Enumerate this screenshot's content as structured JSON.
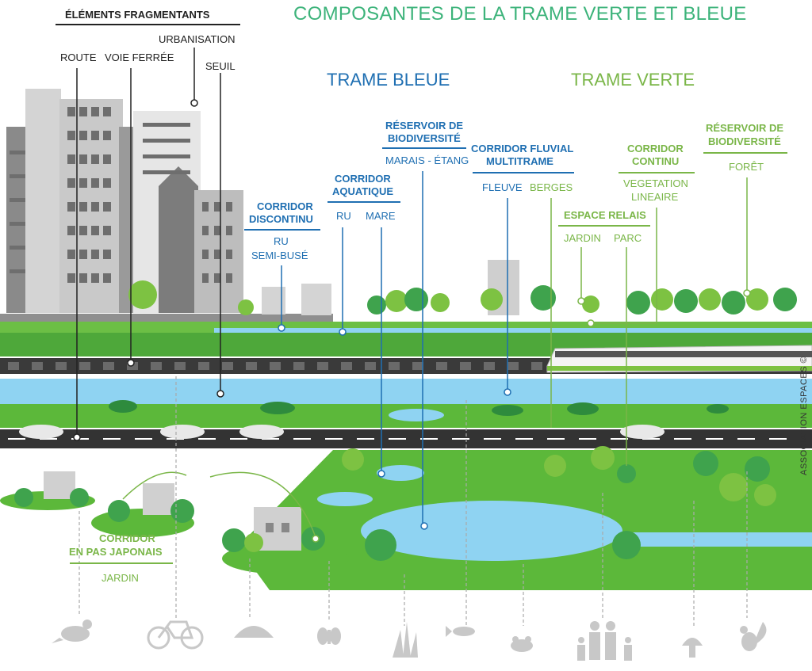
{
  "title": "COMPOSANTES DE LA TRAME VERTE ET BLEUE",
  "fragmenting": {
    "heading": "ÉLÉMENTS FRAGMENTANTS",
    "items": [
      "ROUTE",
      "VOIE FERRÉE",
      "URBANISATION",
      "SEUIL"
    ]
  },
  "trame_bleue": {
    "heading": "TRAME BLEUE",
    "reservoir": {
      "title_line1": "RÉSERVOIR DE",
      "title_line2": "BIODIVERSITÉ",
      "sub": "MARAIS - ÉTANG"
    },
    "corridor_aquatique": {
      "title_line1": "CORRIDOR",
      "title_line2": "AQUATIQUE",
      "items": [
        "RU",
        "MARE"
      ]
    },
    "corridor_discontinu": {
      "title_line1": "CORRIDOR",
      "title_line2": "DISCONTINU",
      "items": [
        "RU",
        "SEMI-BUSÉ"
      ]
    },
    "corridor_fluvial": {
      "title_line1": "CORRIDOR FLUVIAL",
      "title_line2": "MULTITRAME",
      "items": [
        "FLEUVE",
        "BERGES"
      ]
    }
  },
  "trame_verte": {
    "heading": "TRAME VERTE",
    "corridor_continu": {
      "title_line1": "CORRIDOR",
      "title_line2": "CONTINU",
      "sub_line1": "VEGETATION",
      "sub_line2": "LINEAIRE"
    },
    "reservoir": {
      "title_line1": "RÉSERVOIR DE",
      "title_line2": "BIODIVERSITÉ",
      "sub": "FORÊT"
    },
    "espace_relais": {
      "title": "ESPACE RELAIS",
      "items": [
        "JARDIN",
        "PARC"
      ]
    },
    "corridor_japonais": {
      "title_line1": "CORRIDOR",
      "title_line2": "EN PAS JAPONAIS",
      "sub": "JARDIN"
    }
  },
  "credit": "ASSOCIATION ESPACES ©",
  "colors": {
    "blue": "#1f6fb2",
    "green": "#7ab648",
    "title": "#3cb37a",
    "water": "#8fd3f2",
    "grass": "#5cb83a",
    "road": "#3a3a3a"
  },
  "icons": [
    "pigeon-icon",
    "bicycle-icon",
    "hedgehog-icon",
    "butterfly-icon",
    "reeds-icon",
    "fish-icon",
    "frog-icon",
    "family-icon",
    "mushroom-icon",
    "squirrel-icon"
  ]
}
